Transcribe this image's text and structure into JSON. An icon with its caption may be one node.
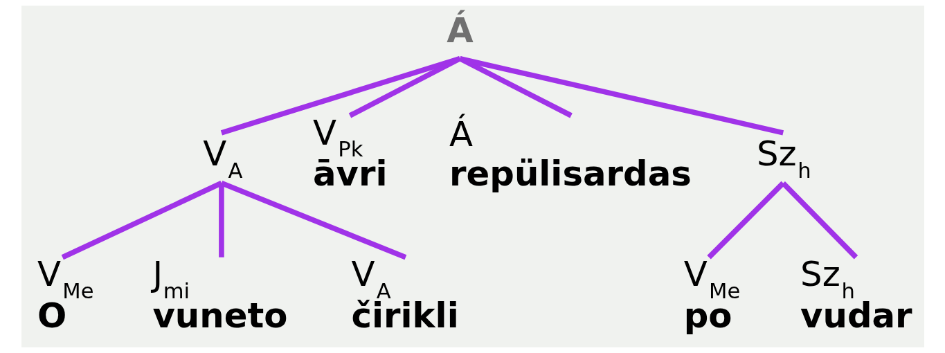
{
  "diagram": {
    "nodes": [
      {
        "text": [
          "Á"
        ]
      },
      {
        "text": [
          "V$_{A}$"
        ]
      },
      {
        "text": [
          "V$_{Pk}$",
          "āvri"
        ]
      },
      {
        "text": [
          "Á",
          "repülisardas"
        ]
      },
      {
        "text": [
          "Sz$_{h}$"
        ]
      },
      {
        "text": [
          "V$_{Me}$",
          "O"
        ]
      },
      {
        "text": [
          "J$_{mi}$",
          "vuneto"
        ]
      },
      {
        "text": [
          "V$_{A}$",
          "čirikli"
        ]
      },
      {
        "text": [
          "V$_{Me}$",
          "po"
        ]
      },
      {
        "text": [
          "Sz$_{h}$",
          "vudar"
        ]
      }
    ],
    "edges": [
      {
        "from": 0,
        "to": 1,
        "arrow": "none"
      },
      {
        "from": 0,
        "to": 2,
        "arrow": "none"
      },
      {
        "from": 0,
        "to": 3,
        "arrow": "none"
      },
      {
        "from": 0,
        "to": 4,
        "arrow": "none"
      },
      {
        "from": 1,
        "to": 5,
        "arrow": "none"
      },
      {
        "from": 1,
        "to": 6,
        "arrow": "none"
      },
      {
        "from": 1,
        "to": 7,
        "arrow": "none"
      },
      {
        "from": 4,
        "to": 8,
        "arrow": "none"
      },
      {
        "from": 4,
        "to": 9,
        "arrow": "none"
      }
    ]
  }
}
